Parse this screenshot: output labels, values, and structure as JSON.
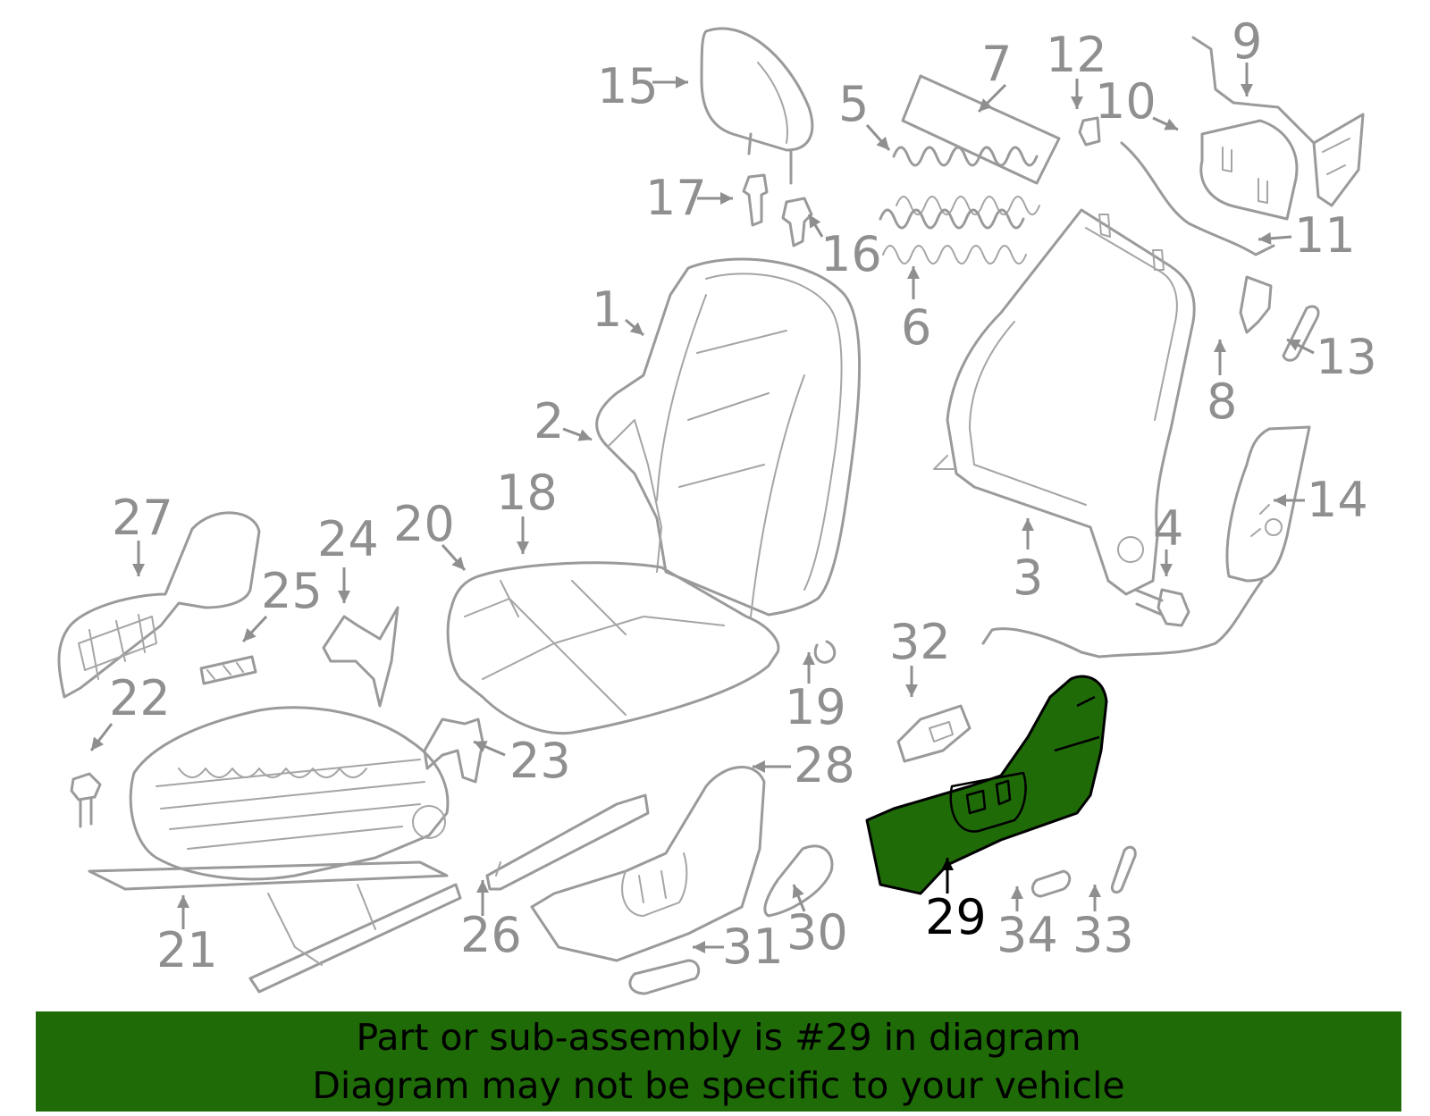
{
  "diagram": {
    "highlighted_part": "29",
    "highlight_color": "#1f6b08",
    "line_color": "#9a9a9a",
    "callouts": [
      {
        "id": "1",
        "text": "1"
      },
      {
        "id": "2",
        "text": "2"
      },
      {
        "id": "3",
        "text": "3"
      },
      {
        "id": "4",
        "text": "4"
      },
      {
        "id": "5",
        "text": "5"
      },
      {
        "id": "6",
        "text": "6"
      },
      {
        "id": "7",
        "text": "7"
      },
      {
        "id": "8",
        "text": "8"
      },
      {
        "id": "9",
        "text": "9"
      },
      {
        "id": "10",
        "text": "10"
      },
      {
        "id": "11",
        "text": "11"
      },
      {
        "id": "12",
        "text": "12"
      },
      {
        "id": "13",
        "text": "13"
      },
      {
        "id": "14",
        "text": "14"
      },
      {
        "id": "15",
        "text": "15"
      },
      {
        "id": "16",
        "text": "16"
      },
      {
        "id": "17",
        "text": "17"
      },
      {
        "id": "18",
        "text": "18"
      },
      {
        "id": "19",
        "text": "19"
      },
      {
        "id": "20",
        "text": "20"
      },
      {
        "id": "21",
        "text": "21"
      },
      {
        "id": "22",
        "text": "22"
      },
      {
        "id": "23",
        "text": "23"
      },
      {
        "id": "24",
        "text": "24"
      },
      {
        "id": "25",
        "text": "25"
      },
      {
        "id": "26",
        "text": "26"
      },
      {
        "id": "27",
        "text": "27"
      },
      {
        "id": "28",
        "text": "28"
      },
      {
        "id": "29",
        "text": "29"
      },
      {
        "id": "30",
        "text": "30"
      },
      {
        "id": "31",
        "text": "31"
      },
      {
        "id": "32",
        "text": "32"
      },
      {
        "id": "33",
        "text": "33"
      },
      {
        "id": "34",
        "text": "34"
      }
    ]
  },
  "banner": {
    "background": "#1f6b08",
    "line1": "Part or sub-assembly is #29 in diagram",
    "line2": "Diagram may not be specific to your vehicle"
  }
}
